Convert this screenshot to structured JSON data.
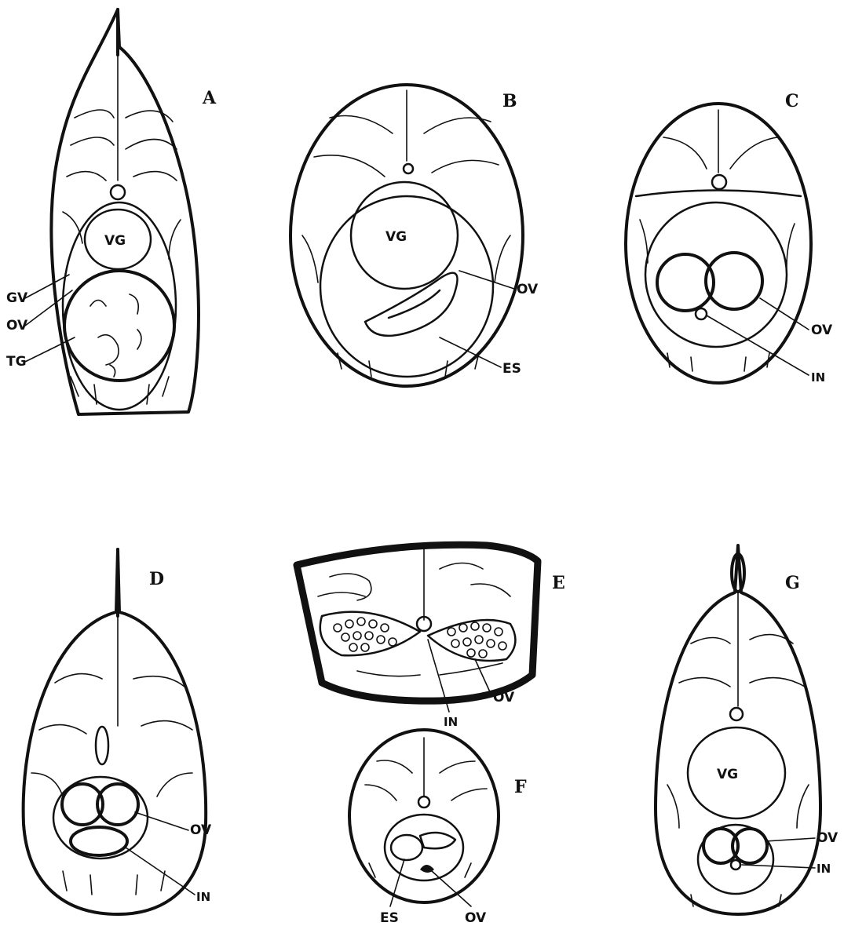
{
  "panels": {
    "A": {
      "letter": "A",
      "vg": "VG",
      "gv": "GV",
      "ov": "OV",
      "tg": "TG"
    },
    "B": {
      "letter": "B",
      "vg": "VG",
      "ov": "OV",
      "es": "ES"
    },
    "C": {
      "letter": "C",
      "ov": "OV",
      "in": "IN"
    },
    "D": {
      "letter": "D",
      "ov": "OV",
      "in": "IN"
    },
    "E": {
      "letter": "E",
      "in": "IN",
      "ov": "OV"
    },
    "F": {
      "letter": "F",
      "es": "ES",
      "ov": "OV"
    },
    "G": {
      "letter": "G",
      "vg": "VG",
      "ov": "OV",
      "in": "IN"
    }
  },
  "colors": {
    "ink": "#111111",
    "paper": "#ffffff"
  }
}
